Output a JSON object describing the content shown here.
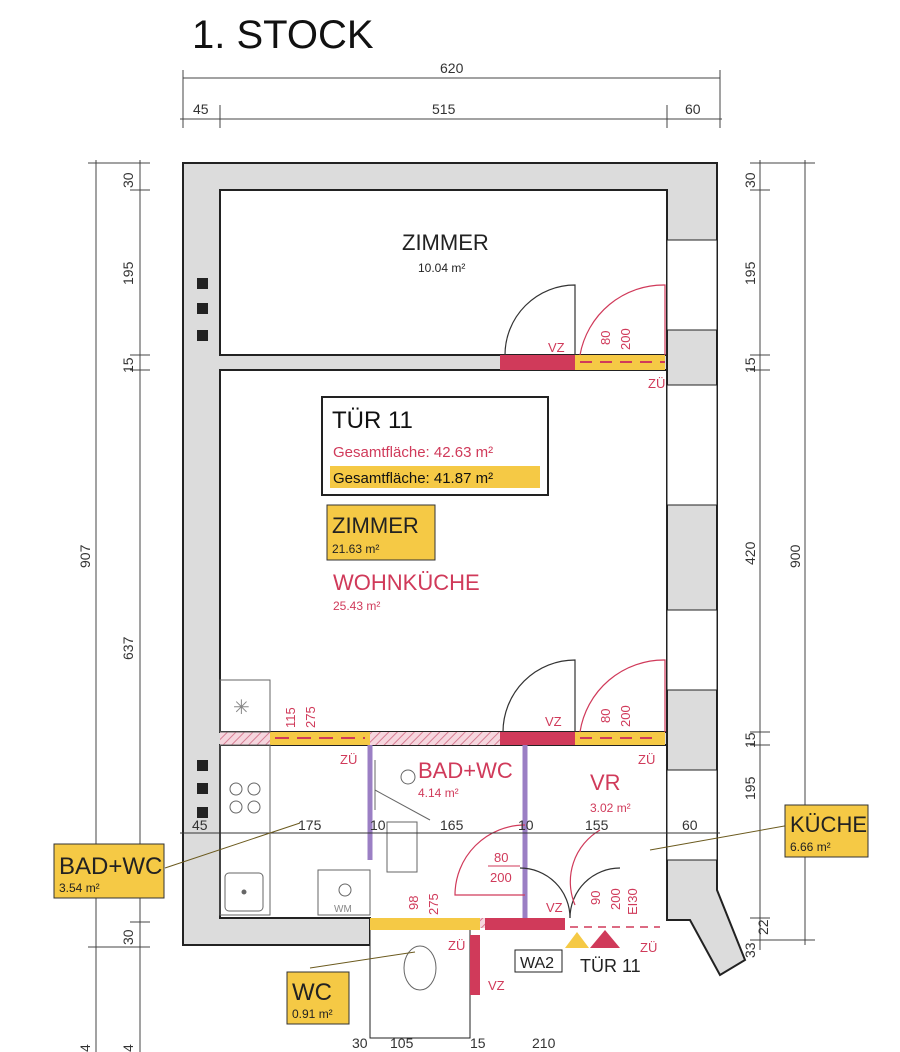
{
  "title": "1. STOCK",
  "dims_top": {
    "total": "620",
    "left": "45",
    "mid": "515",
    "right": "60"
  },
  "dims_left": {
    "a": "30",
    "b": "195",
    "c": "15",
    "total": "907",
    "d": "637",
    "e": "30",
    "f": "4",
    "g": "4"
  },
  "dims_right": {
    "a": "30",
    "b": "195",
    "c": "15",
    "d": "420",
    "total": "900",
    "e": "15",
    "f": "195",
    "g": "33",
    "h": "22"
  },
  "dims_mid": {
    "a": "45",
    "b": "175",
    "c": "10",
    "d": "165",
    "e": "10",
    "f": "155",
    "g": "60"
  },
  "dims_bottom": {
    "a": "30",
    "b": "105",
    "c": "15",
    "d": "210"
  },
  "rooms": {
    "zimmer_top": {
      "name": "ZIMMER",
      "area": "10.04 m²"
    },
    "zimmer_mid": {
      "name": "ZIMMER",
      "area": "21.63 m²"
    },
    "wohnkueche": {
      "name": "WOHNKÜCHE",
      "area": "25.43 m²"
    },
    "bad_wc": {
      "name": "BAD+WC",
      "area": "4.14 m²"
    },
    "vr": {
      "name": "VR",
      "area": "3.02 m²"
    },
    "kueche": {
      "name": "KÜCHE",
      "area": "6.66 m²"
    },
    "bad_wc_left": {
      "name": "BAD+WC",
      "area": "3.54 m²"
    },
    "wc": {
      "name": "WC",
      "area": "0.91 m²"
    }
  },
  "unit_box": {
    "name": "TÜR 11",
    "total_old": "Gesamtfläche:  42.63 m²",
    "total_new": "Gesamtfläche:  41.87 m²"
  },
  "doors": {
    "vz": "VZ",
    "zu": "ZÜ",
    "d1w": "80",
    "d1h": "200",
    "d2w": "115",
    "d2h": "275",
    "d3w": "80",
    "d3h": "200",
    "d4w": "80",
    "d4h": "200",
    "d5w": "98",
    "d5h": "275",
    "d6w": "90",
    "d6h": "200",
    "fire": "EI30"
  },
  "tags": {
    "wa2": "WA2",
    "entrance": "TÜR 11",
    "wm": "WM"
  },
  "colors": {
    "wall": "#d9d9d9",
    "yellow": "#f5c945",
    "red": "#d03a5a",
    "purple": "#9b7fc4",
    "hatch": "#e8a0b0"
  }
}
